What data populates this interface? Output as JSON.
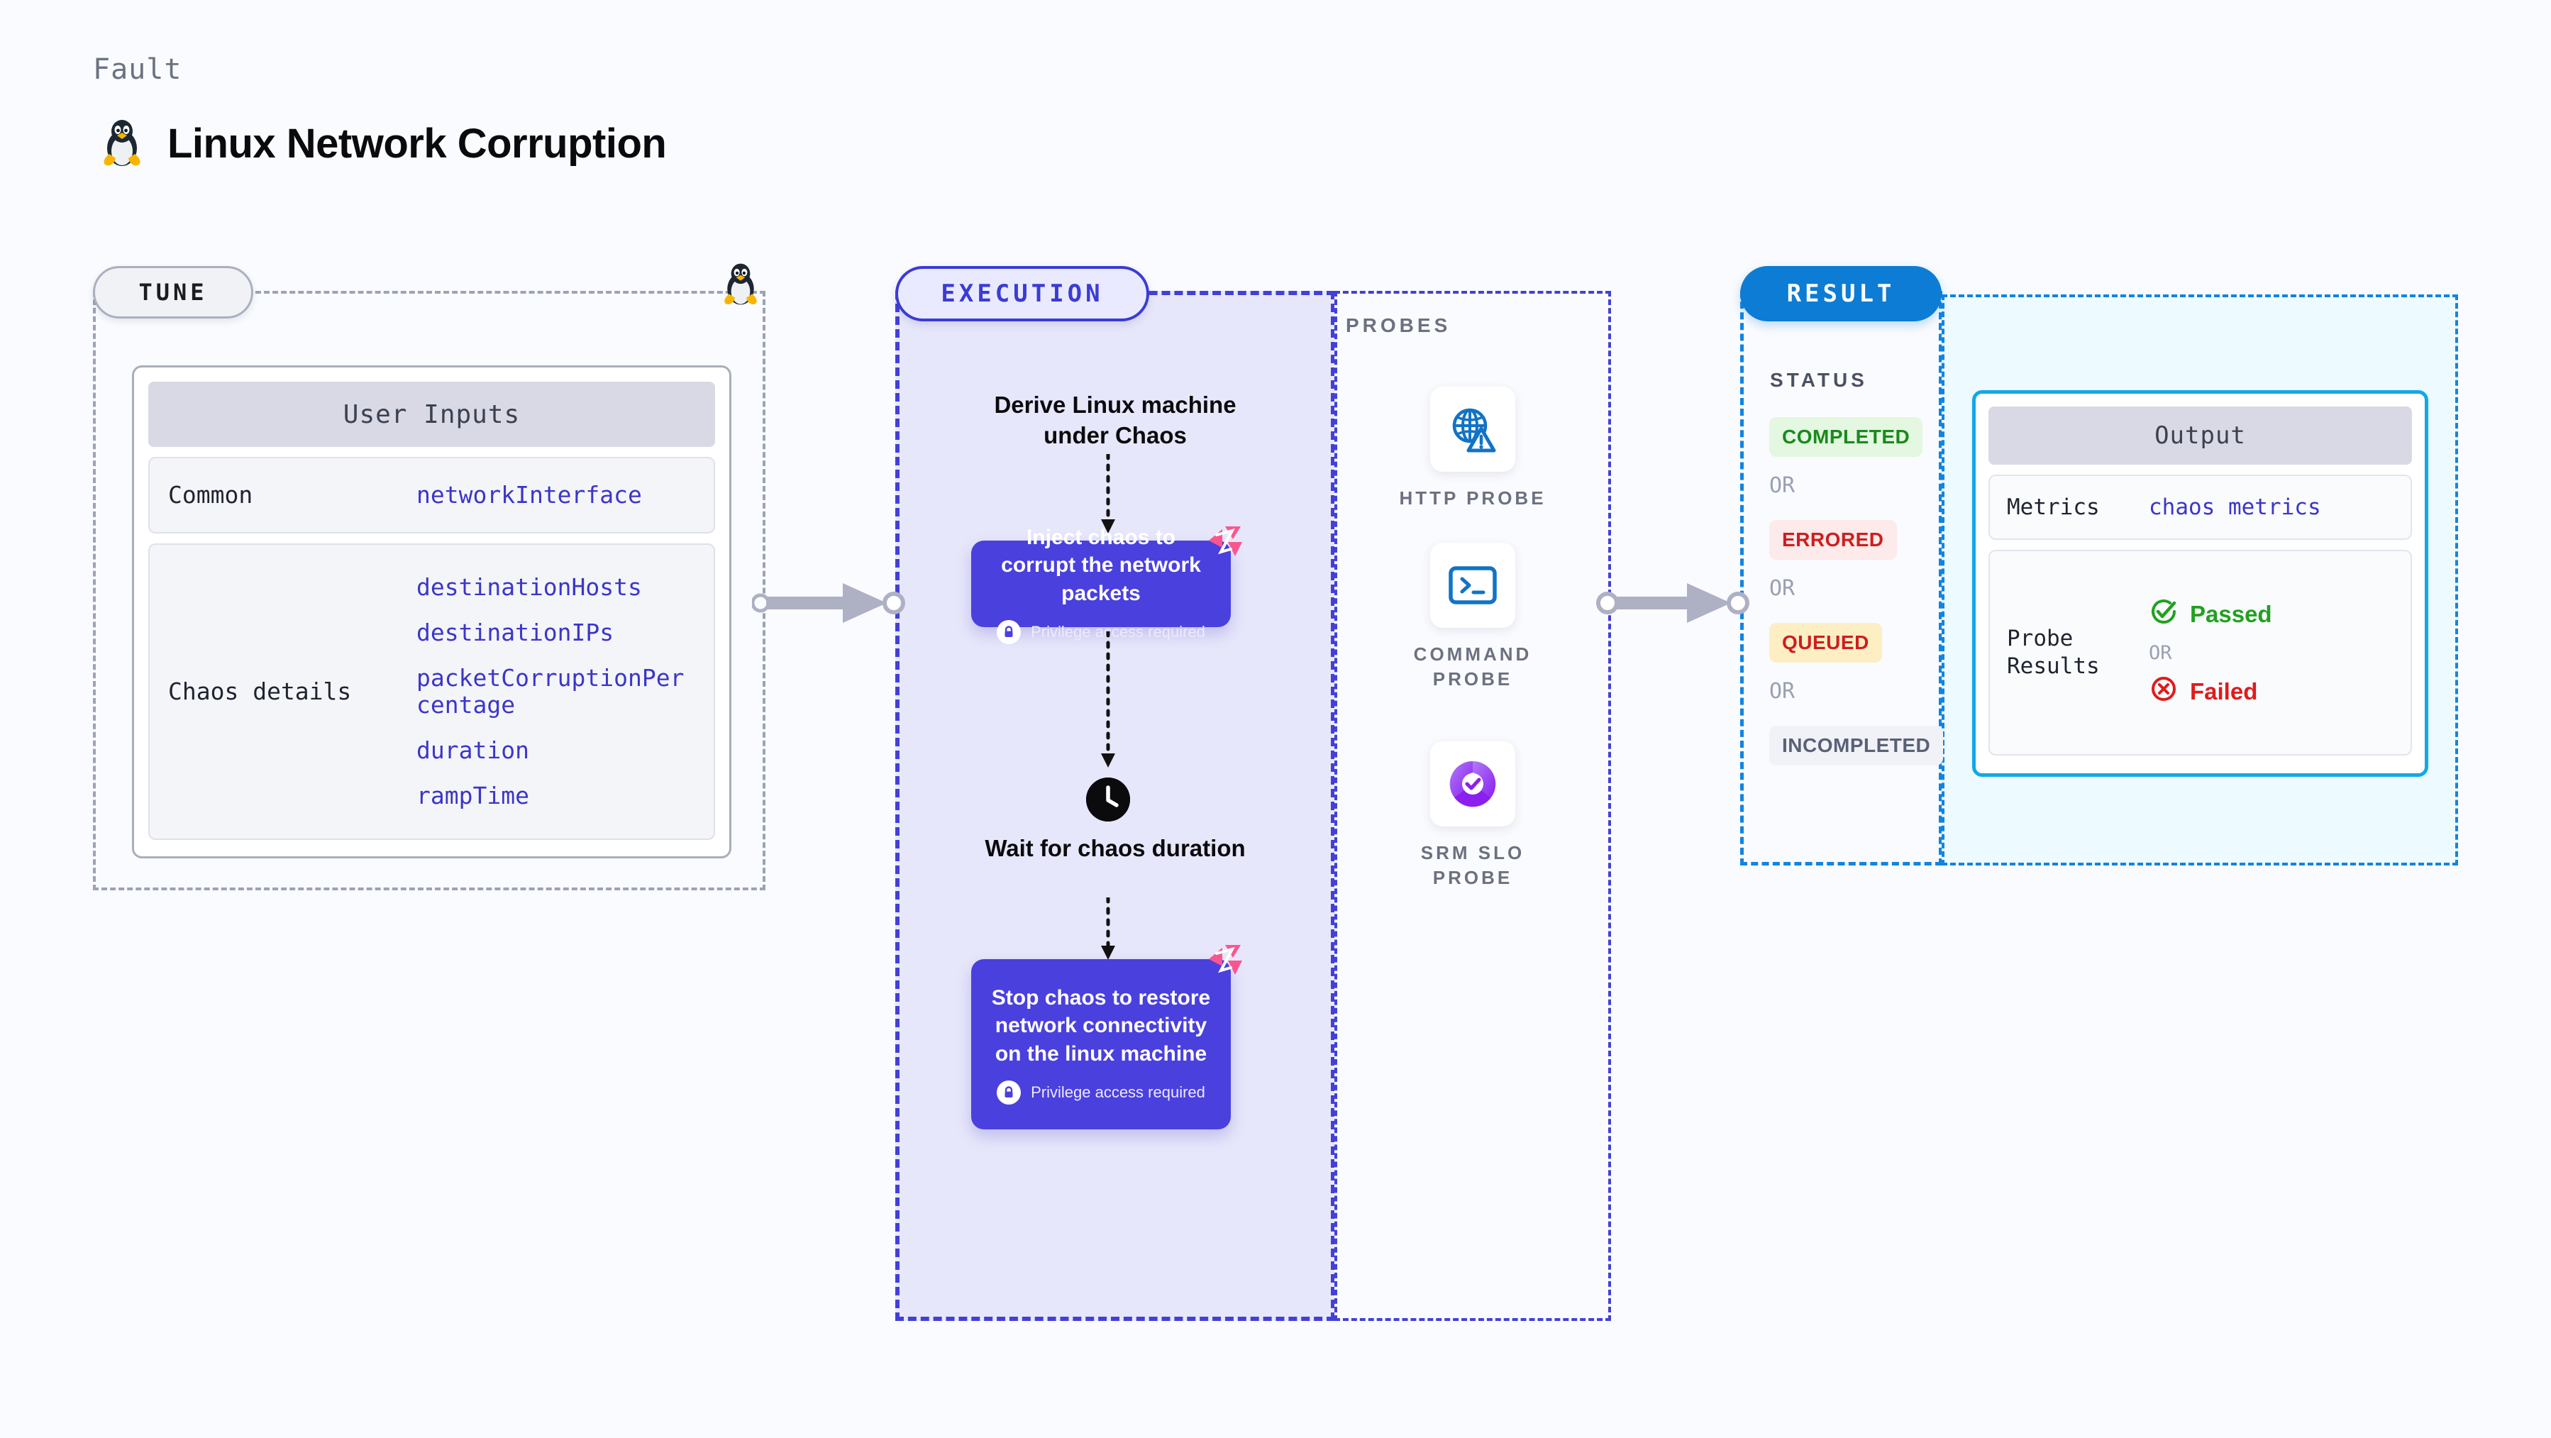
{
  "header": {
    "eyebrow": "Fault",
    "title": "Linux Network Corruption",
    "icon": "linux-penguin-icon"
  },
  "tune": {
    "pill_label": "TUNE",
    "card_title": "User Inputs",
    "rows": [
      {
        "label": "Common",
        "values": [
          "networkInterface"
        ]
      },
      {
        "label": "Chaos details",
        "values": [
          "destinationHosts",
          "destinationIPs",
          "packetCorruptionPercentage",
          "duration",
          "rampTime"
        ]
      }
    ]
  },
  "execution": {
    "pill_label": "EXECUTION",
    "steps": [
      {
        "type": "text",
        "label": "Derive Linux machine under Chaos"
      },
      {
        "type": "chaos-box",
        "label": "Inject chaos to corrupt the network packets",
        "note": "Privilege access required"
      },
      {
        "type": "text",
        "icon": "clock-icon",
        "label": "Wait for chaos duration"
      },
      {
        "type": "chaos-box",
        "label": "Stop chaos to restore network connectivity on the linux machine",
        "note": "Privilege access required"
      }
    ]
  },
  "probes": {
    "title": "PROBES",
    "items": [
      {
        "icon": "globe-warning-icon",
        "label": "HTTP PROBE"
      },
      {
        "icon": "terminal-icon",
        "label": "COMMAND PROBE"
      },
      {
        "icon": "slo-donut-check-icon",
        "label": "SRM SLO PROBE"
      }
    ]
  },
  "result": {
    "pill_label": "RESULT",
    "status_title": "STATUS",
    "or_label": "OR",
    "statuses": [
      {
        "label": "COMPLETED",
        "bg": "#e3f7e1",
        "fg": "#1a8a1c"
      },
      {
        "label": "ERRORED",
        "bg": "#fdeaea",
        "fg": "#cc1f1f"
      },
      {
        "label": "QUEUED",
        "bg": "#fdeec4",
        "fg": "#cc1f1f"
      },
      {
        "label": "INCOMPLETED",
        "bg": "#f1f2f7",
        "fg": "#5a6175"
      }
    ],
    "output": {
      "card_title": "Output",
      "metrics_label": "Metrics",
      "metrics_value": "chaos metrics",
      "probe_results_label": "Probe Results",
      "passed_label": "Passed",
      "failed_label": "Failed",
      "or_label": "OR"
    }
  },
  "colors": {
    "background": "#f9fbfe",
    "execution_accent": "#4340d8",
    "execution_fill": "#e7e7fb",
    "result_accent": "#1184e0",
    "output_fill": "#edfaff",
    "chaos_box": "#4a40de",
    "litmus_pink": "#f9568f",
    "probe_blue": "#1273c6",
    "slo_purple": "#8b35ef",
    "connector_gray": "#aeb1c4"
  }
}
